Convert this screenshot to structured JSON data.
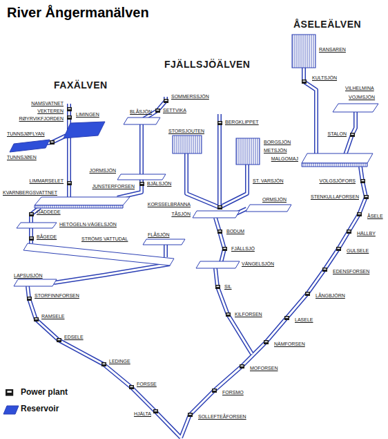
{
  "diagram": {
    "title": "River Ångermanälven",
    "labels": [
      "ÅSELEÄLVEN",
      "FAXÄLVEN",
      "FJÄLLSJÖÄLVEN",
      "NAMSVATNET",
      "VEKTEREN",
      "RØYRVIKFJORDEN",
      "LIMINGEN",
      "TUNNSJØFLYAN",
      "TUNNSJØEN",
      "SOMMERSSJÖN",
      "SETTVIKA",
      "BLÅSJÖN",
      "JORMSJÖN",
      "BJÄLSJÖN",
      "JUNSTERFORSEN",
      "LIMMARSELET",
      "KVARNBERGSVATTNET",
      "GÄDDEDE",
      "HETÖGELN-VÄGELSJÖN",
      "BÅGEDE",
      "STRÖMS VATTUDAL",
      "FLÅSJÖN",
      "LAPSUSJÖN",
      "STORFINNFORSEN",
      "RAMSELE",
      "EDSELE",
      "LEDINGE",
      "FORSSE",
      "HJÄLTA",
      "STORSJOUTEN",
      "BERGKLIPPET",
      "BORGSJÖN",
      "METSJÖN",
      "ST. VARSJÖN",
      "KORSSELBRÄNNA",
      "TÅSJÖN",
      "ORMSJÖN",
      "BODUM",
      "FJÄLLSJÖ",
      "VÄNGELSJÖN",
      "SIL",
      "KILFORSEN",
      "RANSAREN",
      "KULTSJÖN",
      "VILHELMINA",
      "VOJMSJÖN",
      "STALON",
      "MALGOMAJ",
      "VOLGSJÖFORS",
      "STENKULLAFORSEN",
      "ÅSELE",
      "HÄLLBY",
      "GULSELE",
      "EDENSFORSEN",
      "LÅNGBJÖRN",
      "LASELE",
      "NÄMFORSEN",
      "MOFORSEN",
      "FORSMO",
      "SOLLEFTEÅFORSEN"
    ],
    "legend": [
      {
        "text": "Power plant"
      },
      {
        "text": "Reservoir",
        "color": "#2f4fd8"
      }
    ]
  }
}
